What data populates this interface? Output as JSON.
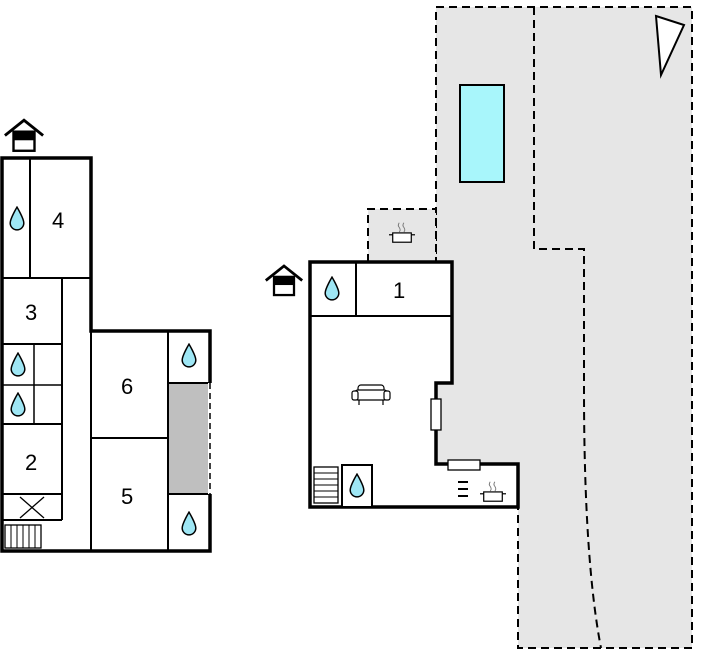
{
  "floorplan": {
    "rooms": [
      {
        "id": "room-1",
        "label": "1"
      },
      {
        "id": "room-2",
        "label": "2"
      },
      {
        "id": "room-3",
        "label": "3"
      },
      {
        "id": "room-4",
        "label": "4"
      },
      {
        "id": "room-5",
        "label": "5"
      },
      {
        "id": "room-6",
        "label": "6"
      }
    ],
    "icons": {
      "bathroom": "water-drop-icon",
      "entrance": "house-entrance-icon",
      "kitchen": "cooking-pot-icon",
      "sofa": "sofa-icon",
      "stairs": "stairs-icon",
      "pool": "swimming-pool-icon",
      "north": "north-arrow-icon"
    },
    "colors": {
      "wall": "#000000",
      "terrace": "#e6e6e6",
      "pool": "#a8f6fb",
      "water_drop": "#9ee6f4",
      "chimney_block": "#bfbfbf"
    }
  }
}
